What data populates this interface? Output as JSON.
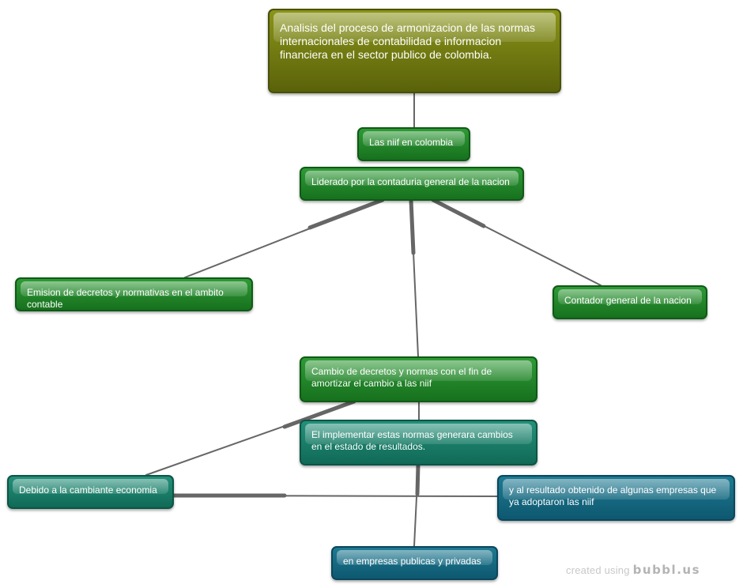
{
  "nodes": {
    "root": "Analisis del proceso de armonizacion de las normas internacionales de contabilidad e informacion financiera en el sector publico de colombia.",
    "niif": "Las niif en colombia",
    "liderado": "Liderado por la contaduria general de la nacion",
    "emision": "Emision de decretos y normativas en el ambito contable",
    "contador": "Contador general de la nacion",
    "cambio": "Cambio de decretos y normas con el fin de amortizar el cambio a las niif",
    "implementar": "El implementar estas normas generara cambios en el estado de resultados.",
    "debido": "Debido a la cambiante economia",
    "resultado": "y al resultado obtenido de algunas empresas que ya adoptaron las niif",
    "empresas": "en empresas publicas y privadas"
  },
  "colors": {
    "root": "#6e7810",
    "primary": "#1f8227",
    "secondary": "#1a7d66",
    "tertiary": "#146a80",
    "link": "#666666"
  },
  "footer": {
    "credit": "created using",
    "brand": "bubbl.us"
  }
}
